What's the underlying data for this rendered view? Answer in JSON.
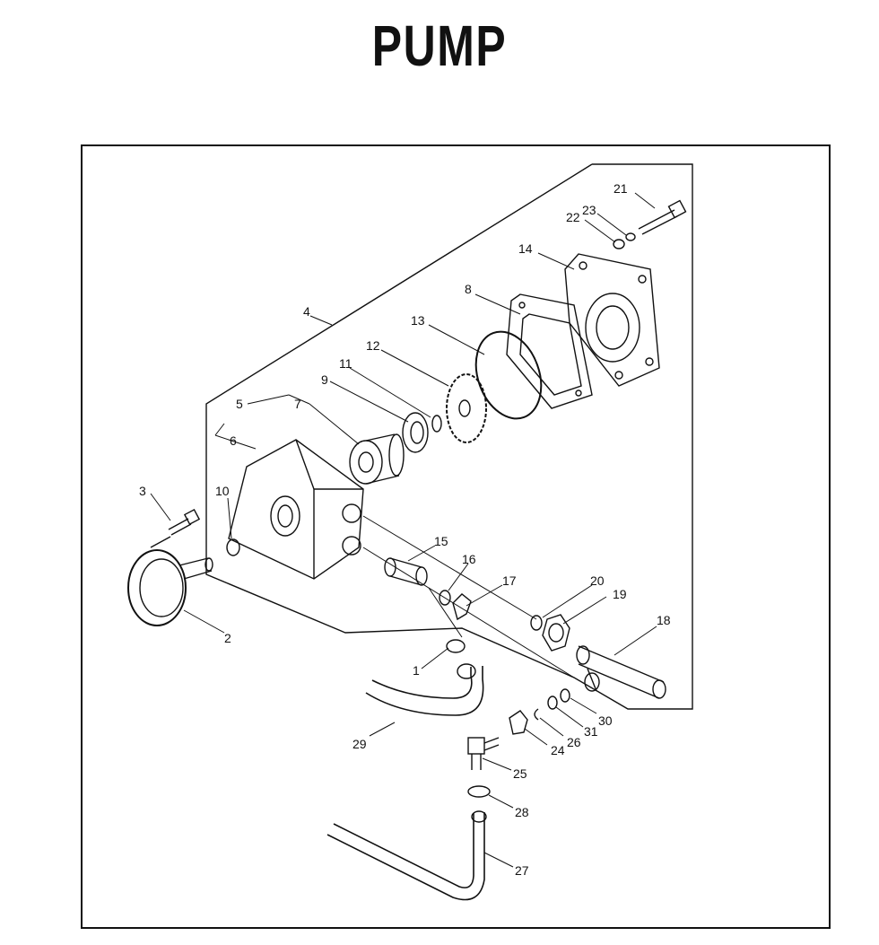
{
  "title": "PUMP",
  "callouts": [
    {
      "id": "c1",
      "text": "1"
    },
    {
      "id": "c2",
      "text": "2"
    },
    {
      "id": "c3",
      "text": "3"
    },
    {
      "id": "c4",
      "text": "4"
    },
    {
      "id": "c5",
      "text": "5"
    },
    {
      "id": "c6",
      "text": "6"
    },
    {
      "id": "c7",
      "text": "7"
    },
    {
      "id": "c8",
      "text": "8"
    },
    {
      "id": "c9",
      "text": "9"
    },
    {
      "id": "c10",
      "text": "10"
    },
    {
      "id": "c11",
      "text": "11"
    },
    {
      "id": "c12",
      "text": "12"
    },
    {
      "id": "c13",
      "text": "13"
    },
    {
      "id": "c14",
      "text": "14"
    },
    {
      "id": "c15",
      "text": "15"
    },
    {
      "id": "c16",
      "text": "16"
    },
    {
      "id": "c17",
      "text": "17"
    },
    {
      "id": "c18",
      "text": "18"
    },
    {
      "id": "c19",
      "text": "19"
    },
    {
      "id": "c20",
      "text": "20"
    },
    {
      "id": "c21",
      "text": "21"
    },
    {
      "id": "c22",
      "text": "22"
    },
    {
      "id": "c23",
      "text": "23"
    },
    {
      "id": "c24",
      "text": "24"
    },
    {
      "id": "c25",
      "text": "25"
    },
    {
      "id": "c26",
      "text": "26"
    },
    {
      "id": "c27",
      "text": "27"
    },
    {
      "id": "c28",
      "text": "28"
    },
    {
      "id": "c29",
      "text": "29"
    },
    {
      "id": "c30",
      "text": "30"
    },
    {
      "id": "c31",
      "text": "31"
    }
  ]
}
